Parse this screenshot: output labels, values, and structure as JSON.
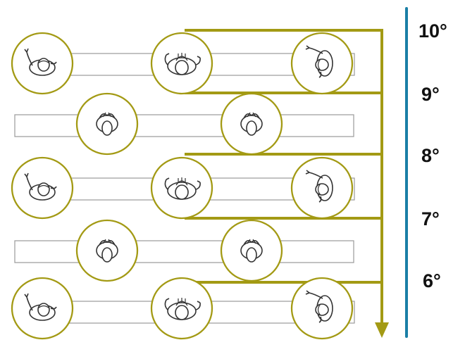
{
  "colors": {
    "circle": "#a39a14",
    "flow": "#a39a14",
    "scale": "#1a7fa6",
    "bench": "#9a9a9a",
    "figure": "#333333",
    "label": "#111111"
  },
  "icons": {
    "seat_circle": "ring-icon",
    "person_raised_hand": "person-raising-hand-icon",
    "person_seated": "person-seated-icon",
    "person_front": "person-front-icon",
    "flow_arrow": "arrow-down-icon",
    "scale_bar": "vertical-bar-icon"
  },
  "diagram": {
    "grades": [
      "10°",
      "9°",
      "8°",
      "7°",
      "6°"
    ],
    "rows": [
      {
        "seats": [
          "person_raised_hand",
          "person_seated",
          "person_raised_hand"
        ]
      },
      {
        "seats": [
          "person_front",
          "person_front"
        ]
      },
      {
        "seats": [
          "person_raised_hand",
          "person_seated",
          "person_raised_hand"
        ]
      },
      {
        "seats": [
          "person_front",
          "person_front"
        ]
      },
      {
        "seats": [
          "person_raised_hand",
          "person_seated",
          "person_raised_hand"
        ]
      }
    ]
  }
}
